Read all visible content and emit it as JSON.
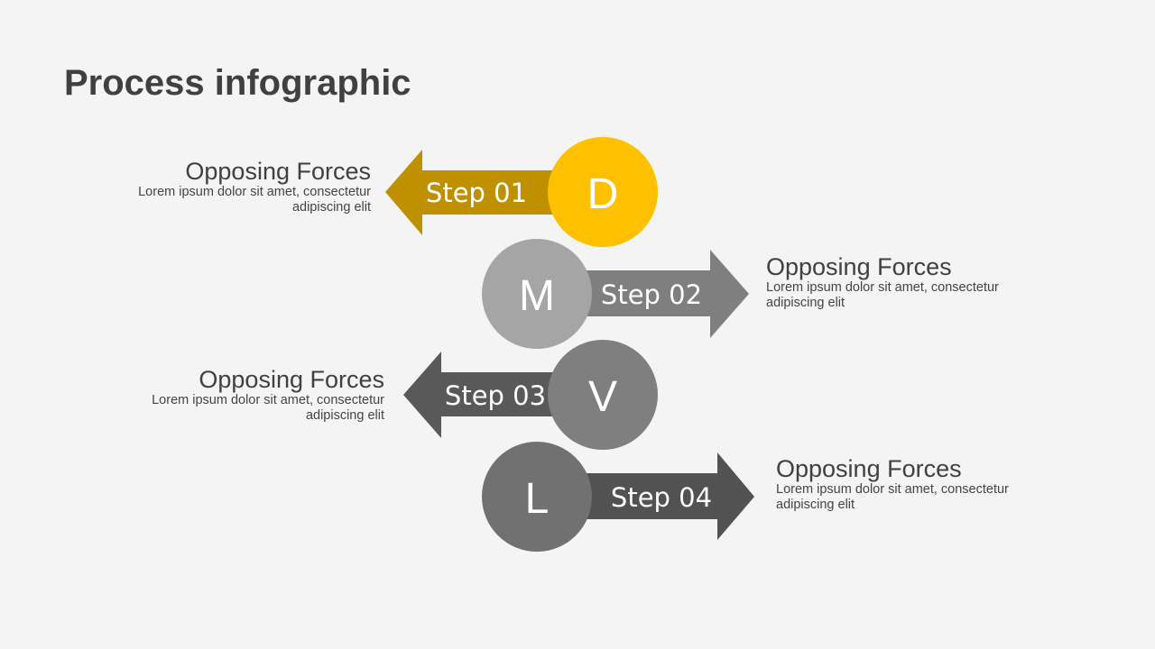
{
  "title": "Process infographic",
  "colors": {
    "step1_arrow": "#BF9000",
    "step1_circle": "#FFC000",
    "step2_circle": "#A5A5A5",
    "step2_arrow": "#7F7F7F",
    "step3_arrow": "#595959",
    "step3_circle": "#7F7F7F",
    "step4_circle": "#717171",
    "step4_arrow": "#525252"
  },
  "steps": [
    {
      "label": "Step 01",
      "letter": "D",
      "heading": "Opposing Forces",
      "body1": "Lorem ipsum dolor sit amet, consectetur",
      "body2": "adipiscing elit"
    },
    {
      "label": "Step 02",
      "letter": "M",
      "heading": "Opposing Forces",
      "body1": "Lorem ipsum dolor sit amet, consectetur",
      "body2": "adipiscing elit"
    },
    {
      "label": "Step 03",
      "letter": "V",
      "heading": "Opposing Forces",
      "body1": "Lorem ipsum dolor sit amet, consectetur",
      "body2": "adipiscing elit"
    },
    {
      "label": "Step 04",
      "letter": "L",
      "heading": "Opposing Forces",
      "body1": "Lorem ipsum dolor sit amet, consectetur",
      "body2": "adipiscing elit"
    }
  ]
}
